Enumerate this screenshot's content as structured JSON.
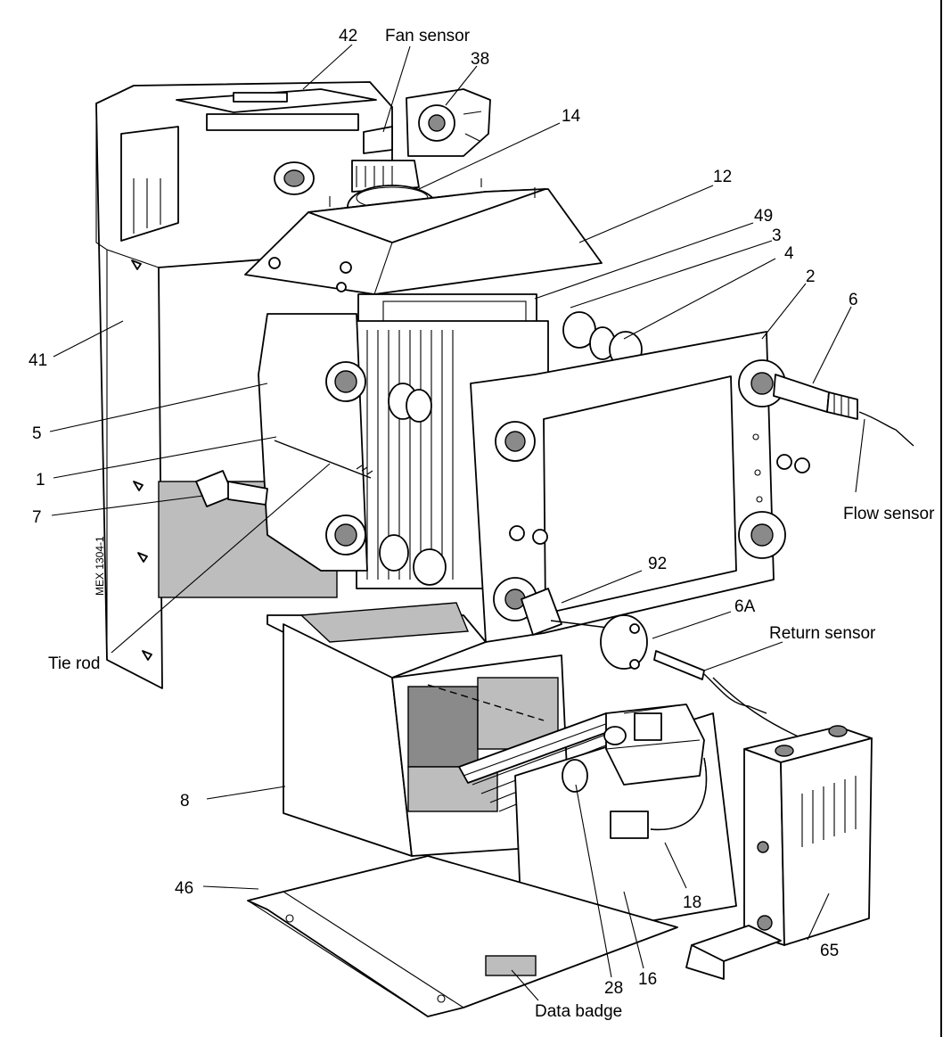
{
  "labels": {
    "l42": "42",
    "fan_sensor": "Fan sensor",
    "l38": "38",
    "l14": "14",
    "l12": "12",
    "l49": "49",
    "l3": "3",
    "l4": "4",
    "l2": "2",
    "l6": "6",
    "l41": "41",
    "l5": "5",
    "l1": "1",
    "l7": "7",
    "flow_sensor": "Flow sensor",
    "l92": "92",
    "l6a": "6A",
    "return_sensor": "Return sensor",
    "tie_rod": "Tie rod",
    "l8": "8",
    "l46": "46",
    "l18": "18",
    "l65": "65",
    "l28": "28",
    "l16": "16",
    "data_badge": "Data badge",
    "ref_code": "MEX 1304-1"
  }
}
